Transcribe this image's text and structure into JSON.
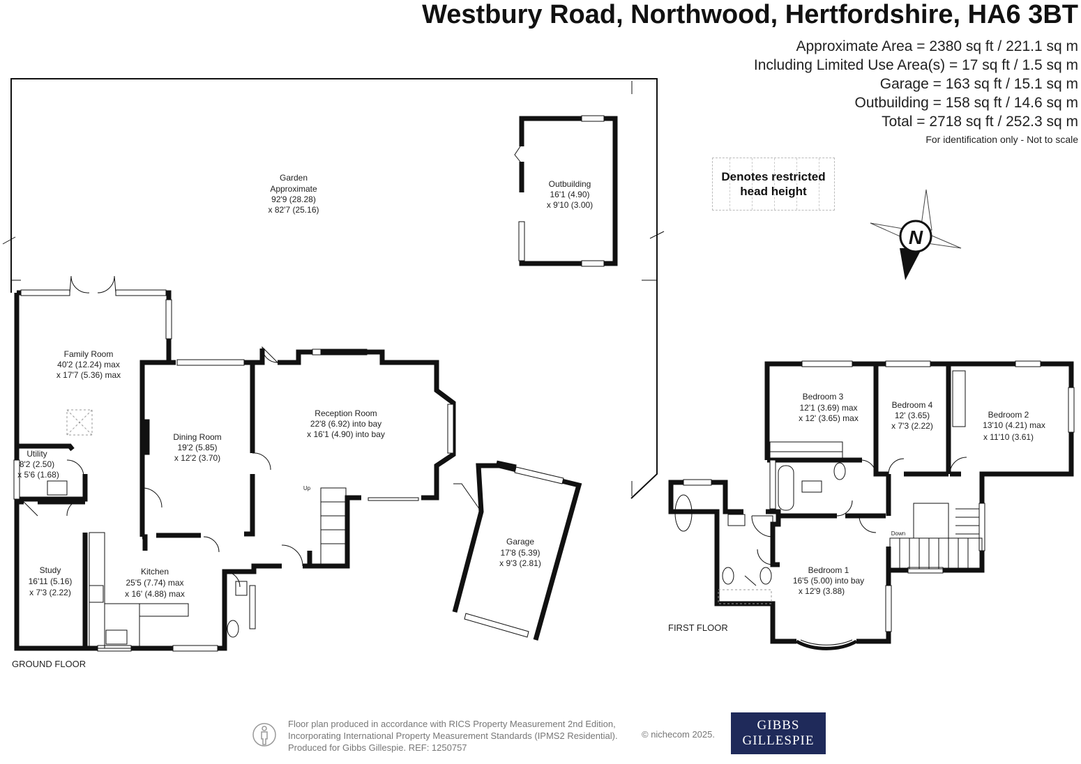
{
  "header": {
    "address": "Westbury Road, Northwood, Hertfordshire, HA6 3BT",
    "approx_area": "Approximate Area = 2380 sq ft / 221.1 sq m",
    "limited_use": "Including Limited Use Area(s) = 17 sq ft / 1.5 sq m",
    "garage_area": "Garage = 163 sq ft / 15.1 sq m",
    "outbuilding_area": "Outbuilding = 158 sq ft / 14.6 sq m",
    "total_area": "Total = 2718 sq ft / 252.3 sq m",
    "note": "For identification only - Not to scale"
  },
  "legend": {
    "line1": "Denotes restricted",
    "line2": "head height"
  },
  "compass": {
    "label": "N"
  },
  "ground_floor": {
    "label": "GROUND FLOOR",
    "rooms": {
      "garden": [
        "Garden",
        "Approximate",
        "92'9 (28.28)",
        "x 82'7 (25.16)"
      ],
      "outbuilding": [
        "Outbuilding",
        "16'1 (4.90)",
        "x 9'10 (3.00)"
      ],
      "family_room": [
        "Family Room",
        "40'2 (12.24) max",
        "x 17'7 (5.36) max"
      ],
      "dining_room": [
        "Dining Room",
        "19'2 (5.85)",
        "x 12'2 (3.70)"
      ],
      "reception_room": [
        "Reception Room",
        "22'8 (6.92) into bay",
        "x 16'1 (4.90) into bay"
      ],
      "utility": [
        "Utility",
        "8'2 (2.50)",
        "x 5'6 (1.68)"
      ],
      "study": [
        "Study",
        "16'11 (5.16)",
        "x 7'3 (2.22)"
      ],
      "kitchen": [
        "Kitchen",
        "25'5 (7.74) max",
        "x 16' (4.88) max"
      ],
      "garage": [
        "Garage",
        "17'8 (5.39)",
        "x 9'3 (2.81)"
      ]
    },
    "stairs_label": "Up"
  },
  "first_floor": {
    "label": "FIRST FLOOR",
    "rooms": {
      "bedroom3": [
        "Bedroom 3",
        "12'1 (3.69) max",
        "x 12' (3.65) max"
      ],
      "bedroom4": [
        "Bedroom 4",
        "12' (3.65)",
        "x 7'3 (2.22)"
      ],
      "bedroom2": [
        "Bedroom 2",
        "13'10 (4.21) max",
        "x 11'10 (3.61)"
      ],
      "bedroom1": [
        "Bedroom 1",
        "16'5 (5.00) into bay",
        "x 12'9 (3.88)"
      ]
    },
    "stairs_label": "Down"
  },
  "footer": {
    "line1": "Floor plan produced in accordance with RICS Property Measurement 2nd Edition,",
    "line2": "Incorporating International Property Measurement Standards (IPMS2 Residential).",
    "line3": "Produced for Gibbs Gillespie.   REF:  1250757",
    "copyright": "© nichecom 2025.",
    "logo_line1": "GIBBS",
    "logo_line2": "GILLESPIE"
  },
  "colors": {
    "wall": "#111111",
    "logo_bg": "#1f2a5a",
    "footer_text": "#777777"
  }
}
